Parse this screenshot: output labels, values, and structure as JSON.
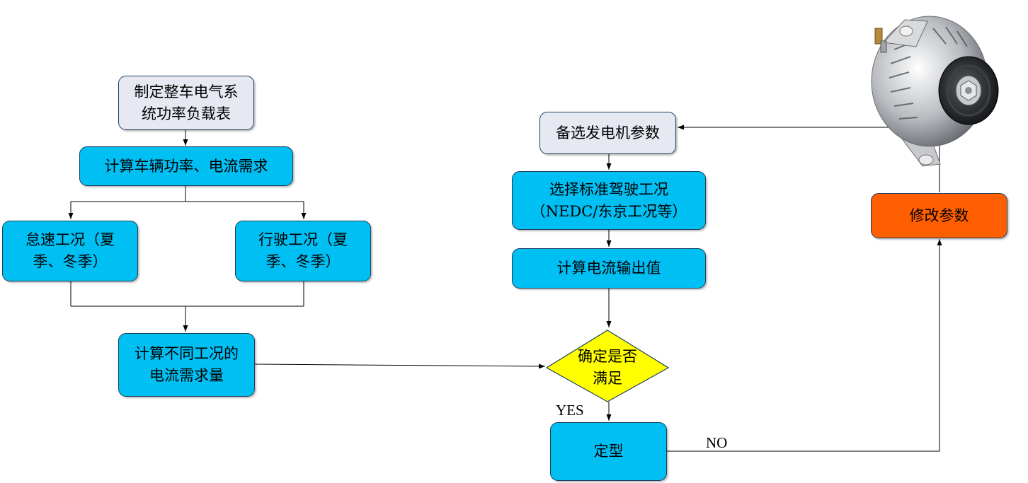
{
  "nodes": {
    "load_table": {
      "lines": [
        "制定整车电气系",
        "统功率负载表"
      ]
    },
    "compute_power": {
      "lines": [
        "计算车辆功率、电流需求"
      ]
    },
    "idle_condition": {
      "lines": [
        "怠速工况（夏",
        "季、冬季）"
      ]
    },
    "driving_condition": {
      "lines": [
        "行驶工况（夏",
        "季、冬季）"
      ]
    },
    "compute_current_demand": {
      "lines": [
        "计算不同工况的",
        "电流需求量"
      ]
    },
    "candidate_params": {
      "lines": [
        "备选发电机参数"
      ]
    },
    "select_cycle": {
      "lines": [
        "选择标准驾驶工况",
        "（NEDC/东京工况等）"
      ]
    },
    "compute_output": {
      "lines": [
        "计算电流输出值"
      ]
    },
    "decision": {
      "lines": [
        "确定是否",
        "满足"
      ]
    },
    "finalize": {
      "lines": [
        "定型"
      ]
    },
    "modify_params": {
      "lines": [
        "修改参数"
      ]
    }
  },
  "edge_labels": {
    "yes": "YES",
    "no": "NO"
  },
  "colors": {
    "start_box": "#e6e9f1",
    "process_box": "#00bff3",
    "decision": "#ffff00",
    "modify_box": "#ff5f00",
    "box_border": "#1c3f5c",
    "line": "#000000"
  },
  "image": {
    "name": "alternator-photo"
  }
}
